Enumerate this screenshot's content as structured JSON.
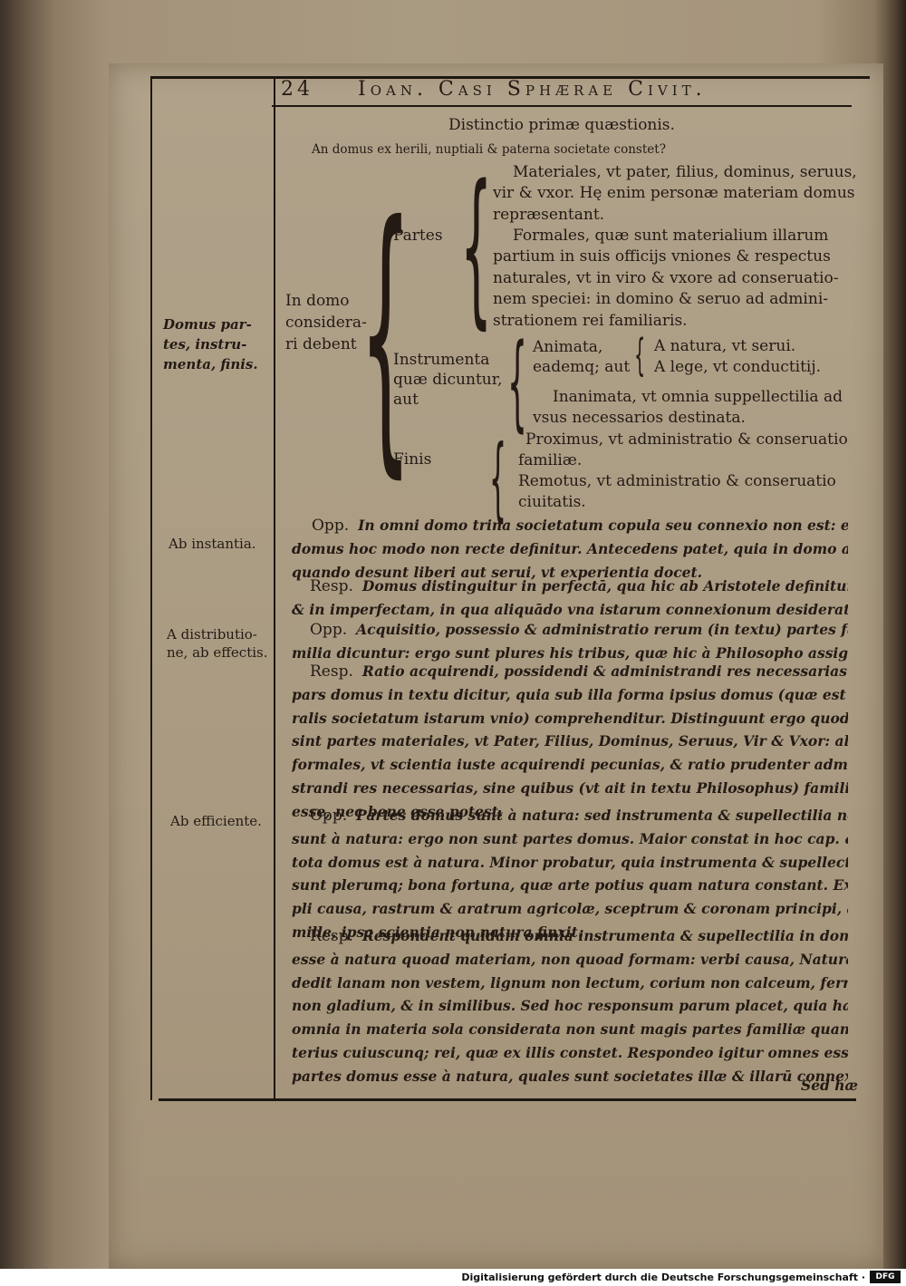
{
  "header": {
    "page_number": "24",
    "running_title": "Ioan. Casi Sphærae Civit."
  },
  "heading": {
    "title": "Distinctio primæ quæstionis.",
    "question": "An domus ex herili, nuptiali & paterna societate constet?"
  },
  "tree": {
    "root": [
      "In domo",
      "considera-",
      "ri debent"
    ],
    "partes": {
      "label": "Partes",
      "materiales": [
        "Materiales, vt pater, filius, dominus, seruus,",
        "vir & vxor. Hę enim personæ materiam domus",
        "repræsentant."
      ],
      "formales": [
        "Formales, quæ sunt materialium illarum",
        "partium in suis officijs vniones & respectus",
        "naturales, vt in viro & vxore ad conseruatio-",
        "nem speciei: in domino & seruo ad admini-",
        "strationem rei familiaris."
      ]
    },
    "instrumenta": {
      "label": [
        "Instrumenta",
        "quæ dicuntur,",
        "aut"
      ],
      "animata": [
        "Animata,",
        "eademq; aut"
      ],
      "natura": "A natura, vt serui.",
      "lege": "A lege, vt conductitij.",
      "inanimata": [
        "Inanimata, vt omnia suppellectilia ad",
        "vsus necessarios destinata."
      ]
    },
    "finis": {
      "label": "Finis",
      "proximus": [
        "Proximus, vt administratio & conseruatio",
        "familiæ."
      ],
      "remotus": [
        "Remotus, vt administratio & conseruatio",
        "ciuitatis."
      ]
    }
  },
  "margin_notes": {
    "note1": [
      "Domus par-",
      "tes, instru-",
      "menta, finis."
    ],
    "note2": [
      "Ab instantia."
    ],
    "note3": [
      "A distributio-",
      "ne, ab effectis."
    ],
    "note4": [
      "Ab efficiente."
    ]
  },
  "paragraphs": [
    {
      "label": "Opp.",
      "lines": [
        "In omni domo trina societatum copula seu connexio non est: ergo",
        "domus hoc modo non recte definitur. Antecedens patet, quia in domo ali-",
        "quando desunt liberi aut serui, vt experientia docet."
      ]
    },
    {
      "label": "Resp.",
      "lines": [
        "Domus distinguitur in perfectā, qua hic ab Aristotele definitur:",
        "& in imperfectam, in qua aliquādo vna istarum connexionum desideratur."
      ]
    },
    {
      "label": "Opp.",
      "lines": [
        "Acquisitio, possessio & administratio rerum (in textu) partes fa-",
        "milia dicuntur: ergo sunt plures his tribus, quæ hic à Philosopho assignantur."
      ]
    },
    {
      "label": "Resp.",
      "lines": [
        "Ratio acquirendi, possidendi & administrandi res necessarias",
        "pars domus in textu dicitur, quia sub illa forma ipsius domus (quæ est natu-",
        "ralis societatum istarum vnio) comprehenditur. Distinguunt ergo quod aliæ",
        "sint partes materiales, vt Pater, Filius, Dominus, Seruus, Vir & Vxor: aliæ",
        "formales, vt scientia iuste acquirendi pecunias, & ratio prudenter admini-",
        "strandi res necessarias, sine quibus (vt ait in textu Philosophus) familia nec",
        "esse, nec bene esse potest."
      ]
    },
    {
      "label": "Opp.",
      "lines": [
        "Partes domus sunt à natura: sed instrumenta & supellectilia non",
        "sunt à natura: ergo non sunt partes domus. Maior constat in hoc cap. quia",
        "tota domus est à natura. Minor probatur, quia instrumenta & supellectilia",
        "sunt plerumq; bona fortuna, quæ arte potius quam natura constant. Exem",
        "pli causa, rastrum & aratrum agricolæ, sceptrum & coronam principi, aliaq;",
        "mille, ipsa scientia non natura finxit."
      ]
    },
    {
      "label": "Resp.",
      "lines": [
        "Respondent quidam omnia instrumenta & supellectilia in domo",
        "esse à natura quoad materiam, non quoad formam: verbi causa, Natura",
        "dedit lanam non vestem, lignum non lectum, corium non calceum, ferrum",
        "non gladium, & in similibus. Sed hoc responsum parum placet, quia hæc",
        "omnia in materia sola considerata non sunt magis partes familiæ quam al-",
        "terius cuiuscunq; rei, quæ ex illis constet. Respondeo igitur omnes essentiales",
        "partes domus esse à natura, quales sunt societates illæ & illarū connexiones:"
      ]
    }
  ],
  "catchword": "Sed hæ",
  "footer": {
    "text": "Digitalisierung gefördert durch die Deutsche Forschungsgemeinschaft ·",
    "logo": "DFG"
  }
}
